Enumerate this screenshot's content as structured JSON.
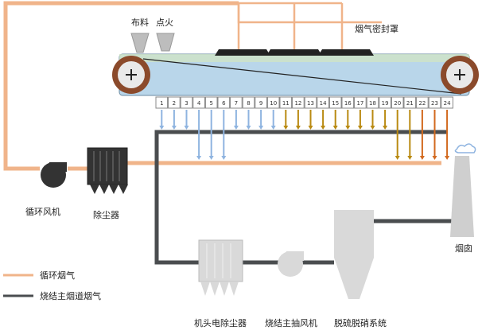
{
  "labels": {
    "feed": "布料",
    "ignite": "点火",
    "hood": "烟气密封罩",
    "fan": "循环风机",
    "dust": "除尘器",
    "esp": "机头电除尘器",
    "main_fan": "烧结主抽风机",
    "desulf": "脱硫脱硝系统",
    "chimney": "烟囱"
  },
  "legend": [
    {
      "label": "循环烟气",
      "color": "#f0b48a"
    },
    {
      "label": "烧结主烟道烟气",
      "color": "#4a4d4f"
    }
  ],
  "wind_boxes": [
    "1",
    "2",
    "3",
    "4",
    "5",
    "6",
    "7",
    "8",
    "9",
    "10",
    "11",
    "12",
    "13",
    "14",
    "15",
    "16",
    "17",
    "18",
    "19",
    "20",
    "21",
    "22",
    "23",
    "24"
  ],
  "colors": {
    "belt": "#b9d6ea",
    "recirc": "#f0b48a",
    "main_flue": "#4a4d4f",
    "arrow_blue": "#8fb4e0",
    "arrow_gold": "#b98a12",
    "arrow_orange": "#d2691e",
    "equipment": "#d9d9d9"
  }
}
